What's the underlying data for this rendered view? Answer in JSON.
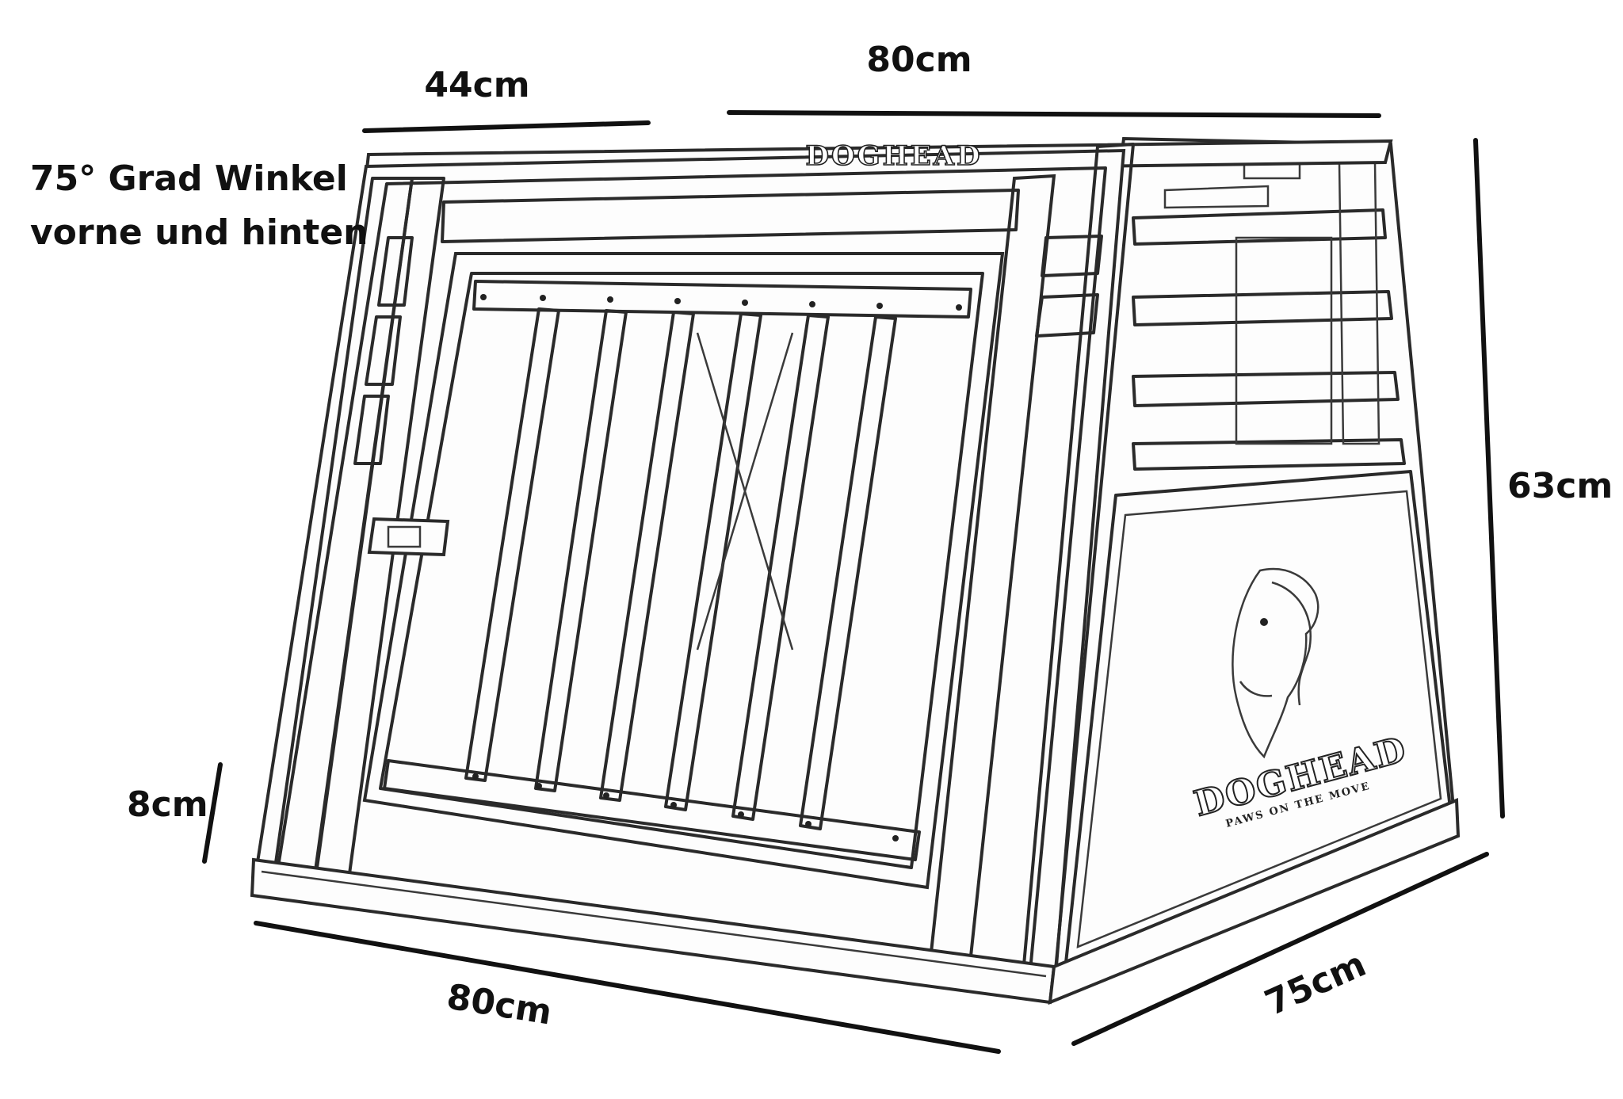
{
  "diagram": {
    "labels": {
      "top_left_width": "44cm",
      "top_width": "80cm",
      "angle_note_line1": "75° Grad Winkel",
      "angle_note_line2": "vorne und hinten",
      "height": "63cm",
      "bottom_height": "8cm",
      "front_width": "80cm",
      "depth": "75cm"
    },
    "logo": {
      "top_brand": "DOGHEAD",
      "side_brand": "DOGHEAD",
      "side_tagline": "PAWS ON THE MOVE"
    },
    "icons": {
      "side_logo": "dog-head-logo-icon"
    }
  }
}
